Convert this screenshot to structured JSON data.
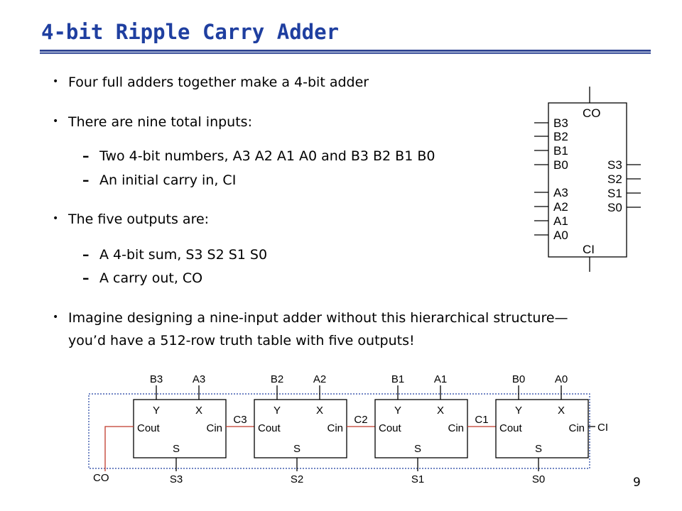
{
  "slide": {
    "title": "4-bit Ripple Carry Adder",
    "page_number": "9"
  },
  "bullets": [
    {
      "text": "Four full adders together make a 4-bit adder"
    },
    {
      "text": "There are nine total inputs:"
    },
    {
      "text": "Two 4-bit numbers, A3 A2 A1 A0 and B3 B2 B1 B0"
    },
    {
      "text": "An initial carry in, CI"
    },
    {
      "text": "The five outputs are:"
    },
    {
      "text": "A 4-bit sum, S3 S2 S1 S0"
    },
    {
      "text": "A carry out, CO"
    },
    {
      "text": "Imagine designing a nine-input adder without this hierarchical structure—"
    },
    {
      "text": "you’d have a 512-row truth table with five outputs!"
    }
  ],
  "block_symbol": {
    "top_label": "CO",
    "bottom_label": "CI",
    "left_pins": [
      "B3",
      "B2",
      "B1",
      "B0",
      "A3",
      "A2",
      "A1",
      "A0"
    ],
    "right_pins": [
      "S3",
      "S2",
      "S1",
      "S0"
    ]
  },
  "ripple": {
    "cells": [
      {
        "top_left": "B3",
        "top_right": "A3",
        "bottom": "S3",
        "carry_in_net": "C3"
      },
      {
        "top_left": "B2",
        "top_right": "A2",
        "bottom": "S2",
        "carry_in_net": "C2"
      },
      {
        "top_left": "B1",
        "top_right": "A1",
        "bottom": "S1",
        "carry_in_net": "C1"
      },
      {
        "top_left": "B0",
        "top_right": "A0",
        "bottom": "S0",
        "carry_in_net": "CI"
      }
    ],
    "cell_labels": {
      "y": "Y",
      "x": "X",
      "cout": "Cout",
      "cin": "Cin",
      "s": "S"
    },
    "carry_out": "CO",
    "colors": {
      "carry_wire": "#c0392b",
      "boundary": "#1f3fa0"
    }
  }
}
